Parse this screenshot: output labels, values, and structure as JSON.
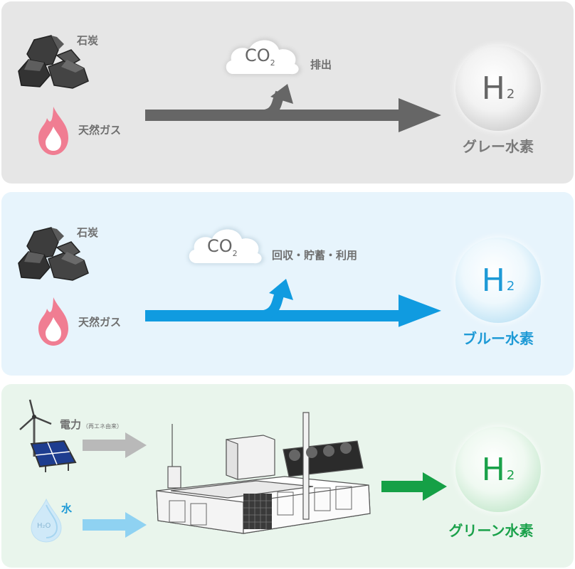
{
  "gray": {
    "coal": "石炭",
    "gas": "天然ガス",
    "co2": "CO",
    "co2_sub": "2",
    "co2_action": "排出",
    "h": "H",
    "h_sub": "2",
    "name": "グレー水素"
  },
  "blue": {
    "coal": "石炭",
    "gas": "天然ガス",
    "co2": "CO",
    "co2_sub": "2",
    "co2_action": "回収・貯蓄・利用",
    "h": "H",
    "h_sub": "2",
    "name": "ブルー水素"
  },
  "green": {
    "power": "電力",
    "power_note": "（再エネ由来）",
    "water": "水",
    "h2o": "H₂O",
    "h": "H",
    "h_sub": "2",
    "name": "グリーン水素"
  },
  "colors": {
    "gray_arrow": "#666666",
    "blue_arrow": "#109be0",
    "green_arrow": "#15a046",
    "blue_text": "#1e9ad6",
    "green_text": "#1aa14a",
    "gray_text": "#7a7a7a"
  }
}
